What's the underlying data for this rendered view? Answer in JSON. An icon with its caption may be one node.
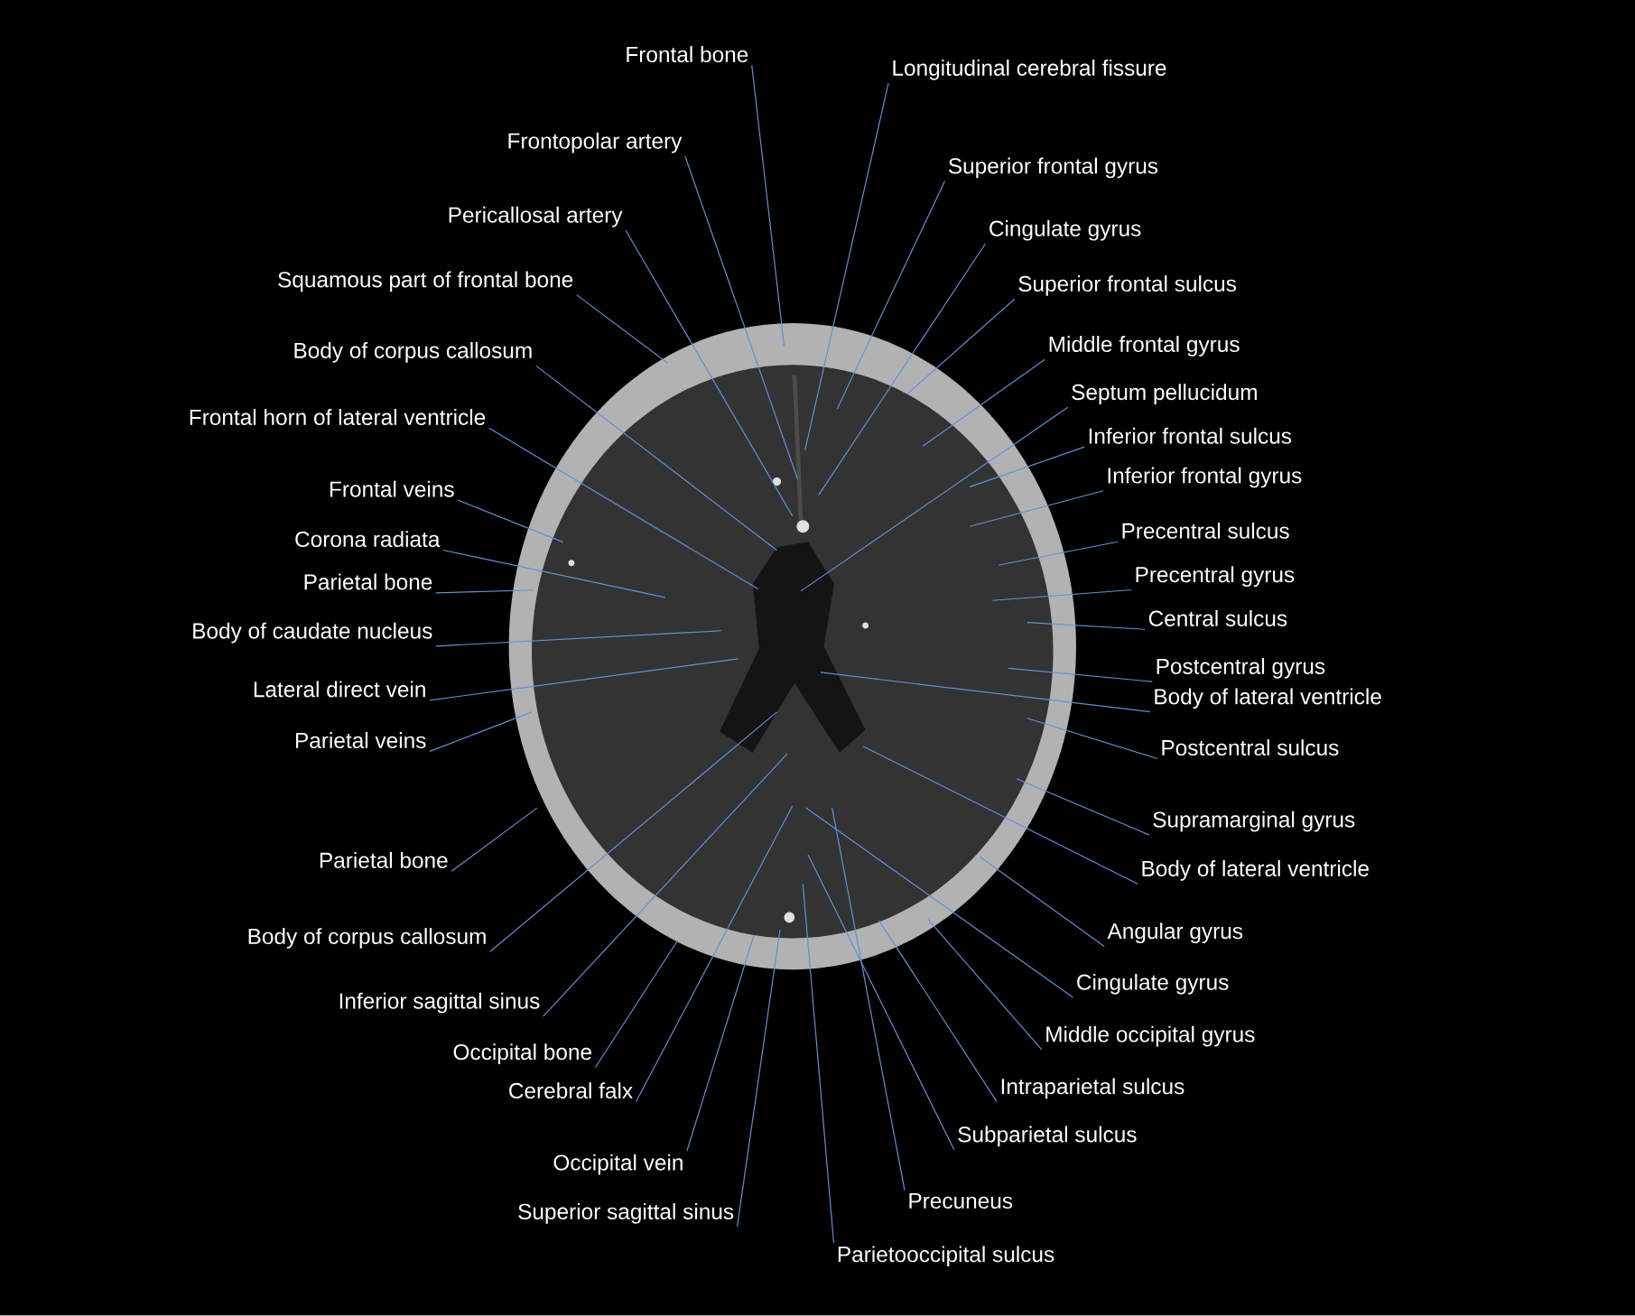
{
  "diagram": {
    "nodes": [
      {
        "text": [
          "Frontal bone"
        ]
      },
      {
        "text": [
          "Longitudinal cerebral fissure"
        ]
      },
      {
        "text": [
          "Frontopolar artery"
        ]
      },
      {
        "text": [
          "Superior frontal gyrus"
        ]
      },
      {
        "text": [
          "Pericallosal artery"
        ]
      },
      {
        "text": [
          "Cingulate gyrus"
        ]
      },
      {
        "text": [
          "Squamous part of frontal bone"
        ]
      },
      {
        "text": [
          "Superior frontal sulcus"
        ]
      },
      {
        "text": [
          "Body of corpus callosum"
        ]
      },
      {
        "text": [
          "Middle frontal gyrus"
        ]
      },
      {
        "text": [
          "Septum pellucidum"
        ]
      },
      {
        "text": [
          "Frontal horn of lateral ventricle"
        ]
      },
      {
        "text": [
          "Inferior frontal sulcus"
        ]
      },
      {
        "text": [
          "Inferior frontal gyrus"
        ]
      },
      {
        "text": [
          "Frontal veins"
        ]
      },
      {
        "text": [
          "Precentral sulcus"
        ]
      },
      {
        "text": [
          "Corona radiata"
        ]
      },
      {
        "text": [
          "Precentral gyrus"
        ]
      },
      {
        "text": [
          "Parietal bone"
        ]
      },
      {
        "text": [
          "Central sulcus"
        ]
      },
      {
        "text": [
          "Body of caudate nucleus"
        ]
      },
      {
        "text": [
          "Postcentral gyrus"
        ]
      },
      {
        "text": [
          "Lateral direct vein"
        ]
      },
      {
        "text": [
          "Body of lateral ventricle"
        ]
      },
      {
        "text": [
          "Parietal veins"
        ]
      },
      {
        "text": [
          "Postcentral sulcus"
        ]
      },
      {
        "text": [
          "Supramarginal gyrus"
        ]
      },
      {
        "text": [
          "Parietal bone"
        ]
      },
      {
        "text": [
          "Body of lateral ventricle"
        ]
      },
      {
        "text": [
          "Angular gyrus"
        ]
      },
      {
        "text": [
          "Body of corpus callosum"
        ]
      },
      {
        "text": [
          "Cingulate gyrus"
        ]
      },
      {
        "text": [
          "Inferior sagittal sinus"
        ]
      },
      {
        "text": [
          "Middle occipital gyrus"
        ]
      },
      {
        "text": [
          "Occipital bone"
        ]
      },
      {
        "text": [
          "Intraparietal sulcus"
        ]
      },
      {
        "text": [
          "Cerebral falx"
        ]
      },
      {
        "text": [
          "Subparietal sulcus"
        ]
      },
      {
        "text": [
          "Occipital vein"
        ]
      },
      {
        "text": [
          "Precuneus"
        ]
      },
      {
        "text": [
          "Superior sagittal sinus"
        ]
      },
      {
        "text": [
          "Parietooccipital sulcus"
        ]
      }
    ],
    "edges": [
      {
        "from": 0,
        "to": null,
        "arrow": "none"
      },
      {
        "from": 1,
        "to": null,
        "arrow": "none"
      },
      {
        "from": 2,
        "to": null,
        "arrow": "none"
      },
      {
        "from": 3,
        "to": null,
        "arrow": "none"
      },
      {
        "from": 4,
        "to": null,
        "arrow": "none"
      },
      {
        "from": 5,
        "to": null,
        "arrow": "none"
      },
      {
        "from": 6,
        "to": null,
        "arrow": "none"
      },
      {
        "from": 7,
        "to": null,
        "arrow": "none"
      },
      {
        "from": 8,
        "to": null,
        "arrow": "none"
      },
      {
        "from": 9,
        "to": null,
        "arrow": "none"
      },
      {
        "from": 10,
        "to": null,
        "arrow": "none"
      },
      {
        "from": 11,
        "to": null,
        "arrow": "none"
      },
      {
        "from": 12,
        "to": null,
        "arrow": "none"
      },
      {
        "from": 13,
        "to": null,
        "arrow": "none"
      },
      {
        "from": 14,
        "to": null,
        "arrow": "none"
      },
      {
        "from": 15,
        "to": null,
        "arrow": "none"
      },
      {
        "from": 16,
        "to": null,
        "arrow": "none"
      },
      {
        "from": 17,
        "to": null,
        "arrow": "none"
      },
      {
        "from": 18,
        "to": null,
        "arrow": "none"
      },
      {
        "from": 19,
        "to": null,
        "arrow": "none"
      },
      {
        "from": 20,
        "to": null,
        "arrow": "none"
      },
      {
        "from": 21,
        "to": null,
        "arrow": "none"
      },
      {
        "from": 22,
        "to": null,
        "arrow": "none"
      },
      {
        "from": 23,
        "to": null,
        "arrow": "none"
      },
      {
        "from": 24,
        "to": null,
        "arrow": "none"
      },
      {
        "from": 25,
        "to": null,
        "arrow": "none"
      },
      {
        "from": 26,
        "to": null,
        "arrow": "none"
      },
      {
        "from": 27,
        "to": null,
        "arrow": "none"
      },
      {
        "from": 28,
        "to": null,
        "arrow": "none"
      },
      {
        "from": 29,
        "to": null,
        "arrow": "none"
      },
      {
        "from": 30,
        "to": null,
        "arrow": "none"
      },
      {
        "from": 31,
        "to": null,
        "arrow": "none"
      },
      {
        "from": 32,
        "to": null,
        "arrow": "none"
      },
      {
        "from": 33,
        "to": null,
        "arrow": "none"
      },
      {
        "from": 34,
        "to": null,
        "arrow": "none"
      },
      {
        "from": 35,
        "to": null,
        "arrow": "none"
      },
      {
        "from": 36,
        "to": null,
        "arrow": "none"
      },
      {
        "from": 37,
        "to": null,
        "arrow": "none"
      },
      {
        "from": 38,
        "to": null,
        "arrow": "none"
      },
      {
        "from": 39,
        "to": null,
        "arrow": "none"
      },
      {
        "from": 40,
        "to": null,
        "arrow": "none"
      },
      {
        "from": 41,
        "to": null,
        "arrow": "none"
      }
    ]
  }
}
